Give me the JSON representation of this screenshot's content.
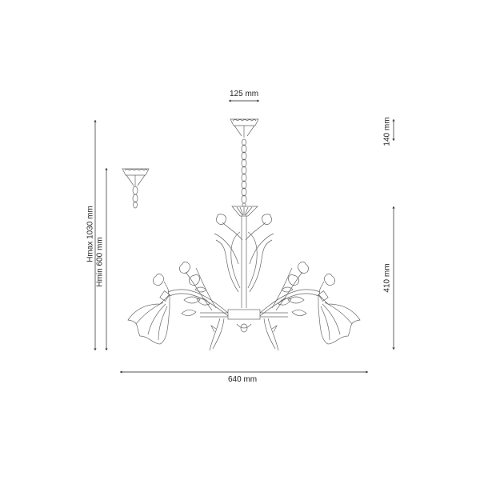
{
  "diagram": {
    "type": "technical-drawing",
    "subject": "chandelier-dimensions",
    "dimensions": {
      "canopy_width": "125 mm",
      "canopy_height": "140 mm",
      "height_max": "Hmax 1030 mm",
      "height_min": "Hmin 600 mm",
      "body_height": "410 mm",
      "overall_width": "640 mm"
    },
    "colors": {
      "line": "#555555",
      "dim_line": "#444444",
      "background": "#ffffff"
    }
  }
}
